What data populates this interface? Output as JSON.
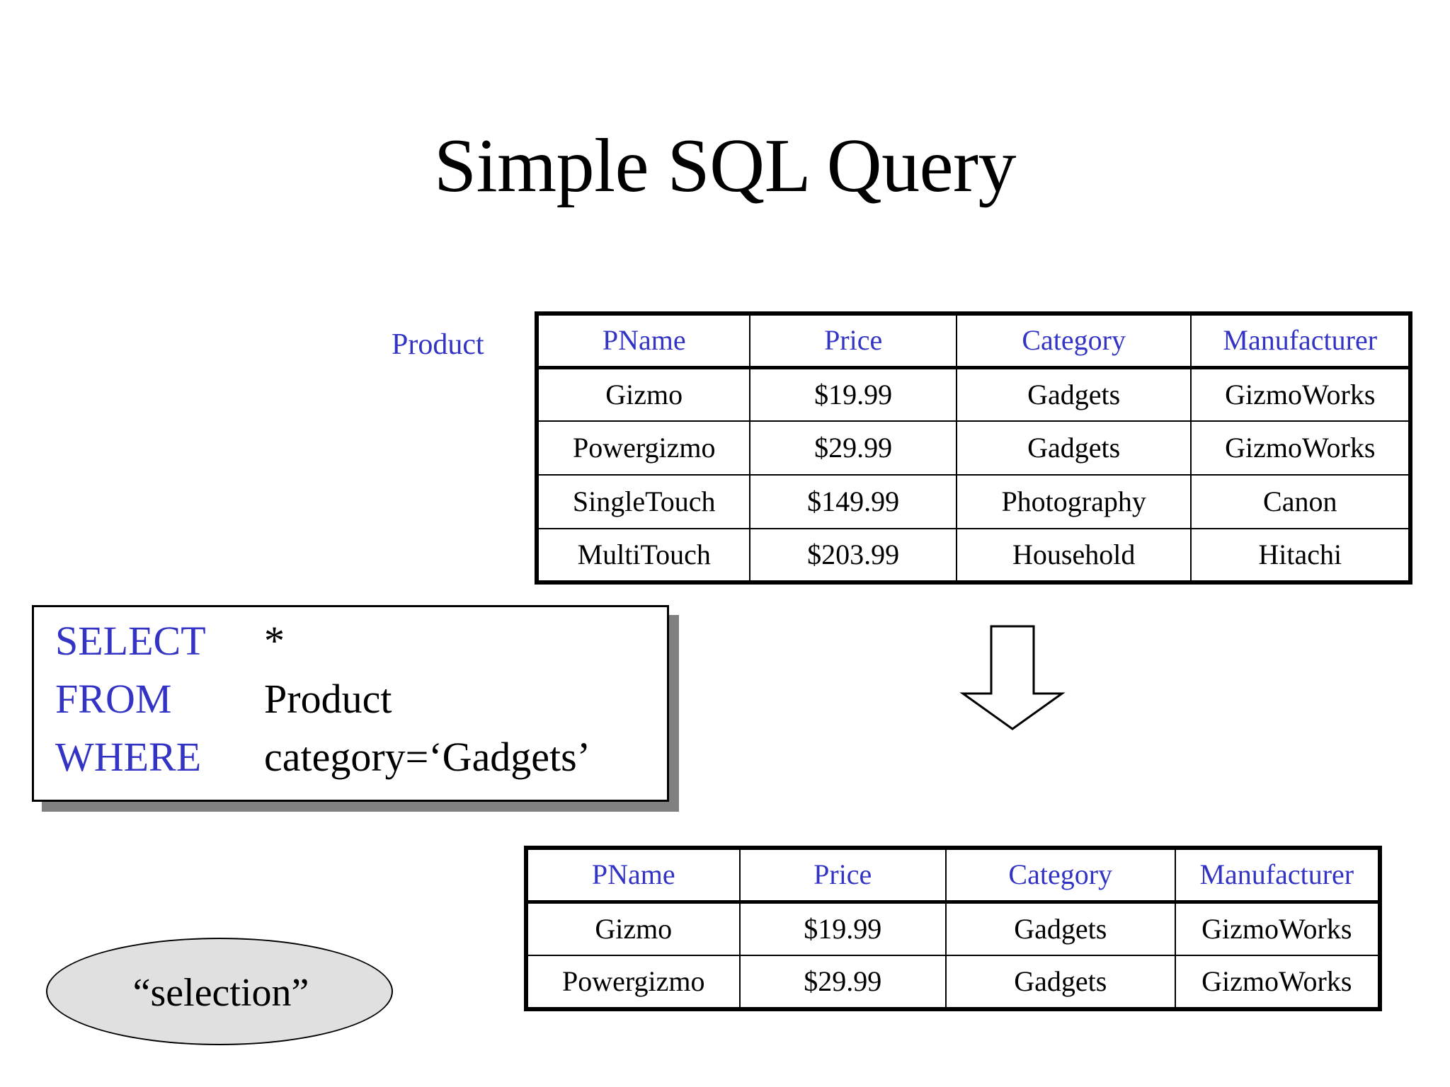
{
  "slide": {
    "title": "Simple SQL Query",
    "accent_blue": "#3434C4",
    "shadow_gray": "#808080",
    "ellipse_fill": "#E0E0E0"
  },
  "product_label": "Product",
  "product_table": {
    "name": "Product",
    "columns": [
      "PName",
      "Price",
      "Category",
      "Manufacturer"
    ],
    "rows": [
      [
        "Gizmo",
        "$19.99",
        "Gadgets",
        "GizmoWorks"
      ],
      [
        "Powergizmo",
        "$29.99",
        "Gadgets",
        "GizmoWorks"
      ],
      [
        "SingleTouch",
        "$149.99",
        "Photography",
        "Canon"
      ],
      [
        "MultiTouch",
        "$203.99",
        "Household",
        "Hitachi"
      ]
    ]
  },
  "sql": {
    "lines": [
      {
        "keyword": "SELECT",
        "value": "*"
      },
      {
        "keyword": "FROM",
        "value": "Product"
      },
      {
        "keyword": "WHERE",
        "value": "category=‘Gadgets’"
      }
    ]
  },
  "arrow": {
    "icon": "arrow-down-outline-icon"
  },
  "result_table": {
    "columns": [
      "PName",
      "Price",
      "Category",
      "Manufacturer"
    ],
    "rows": [
      [
        "Gizmo",
        "$19.99",
        "Gadgets",
        "GizmoWorks"
      ],
      [
        "Powergizmo",
        "$29.99",
        "Gadgets",
        "GizmoWorks"
      ]
    ]
  },
  "annotation": {
    "label": "“selection”"
  }
}
